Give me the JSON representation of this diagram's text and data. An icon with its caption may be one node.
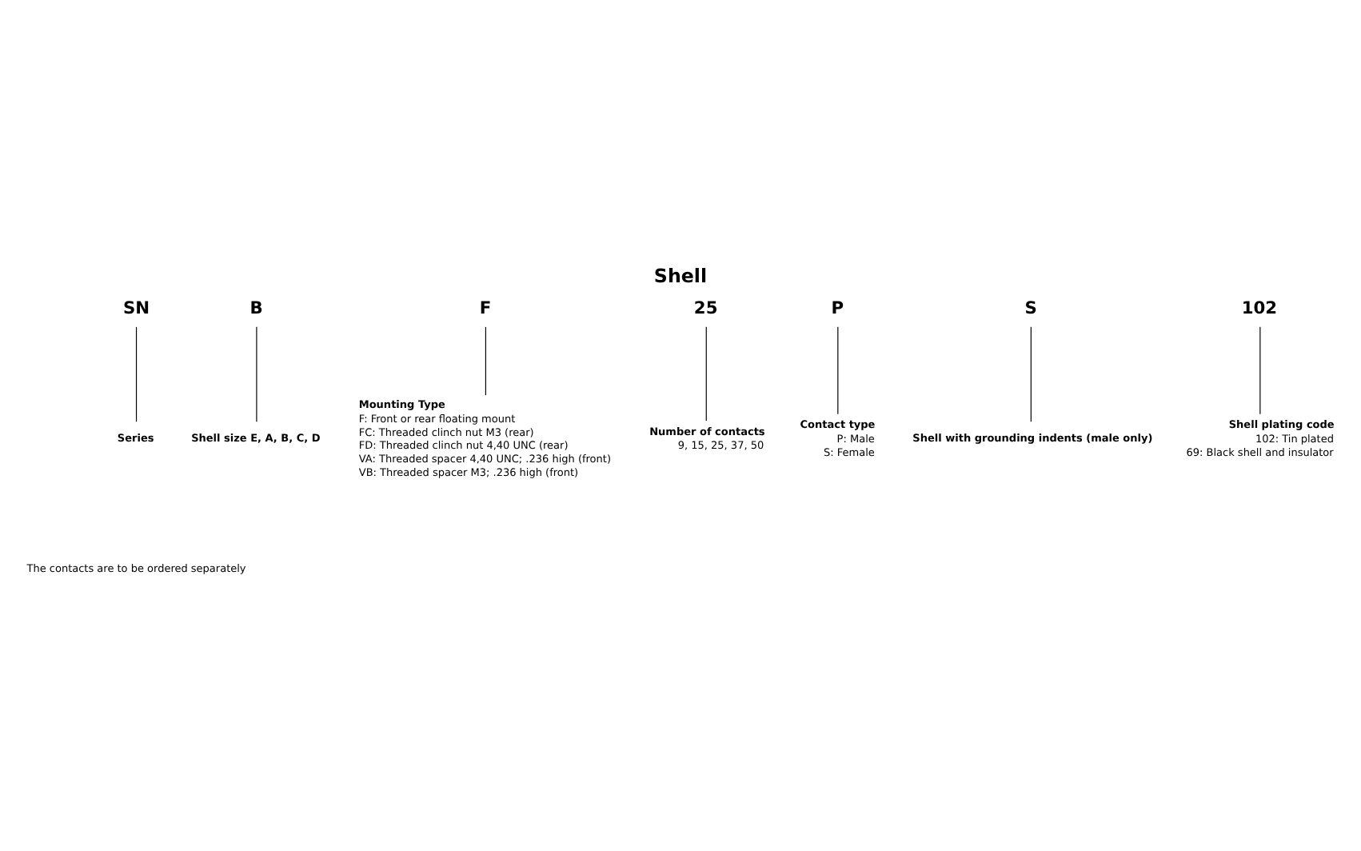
{
  "diagram": {
    "title": "Shell",
    "nodes": [
      {
        "text": [
          "SN"
        ]
      },
      {
        "text": [
          "B"
        ]
      },
      {
        "text": [
          "F"
        ]
      },
      {
        "text": [
          "25"
        ]
      },
      {
        "text": [
          "P"
        ]
      },
      {
        "text": [
          "S"
        ]
      },
      {
        "text": [
          "102"
        ]
      },
      {
        "text": [
          "Series"
        ]
      },
      {
        "text": [
          "Shell size E, A, B, C, D"
        ]
      },
      {
        "text": [
          "Mounting Type",
          "F: Front or rear floating mount",
          "FC: Threaded clinch nut M3 (rear)",
          "FD: Threaded clinch nut 4,40 UNC (rear)",
          "VA: Threaded spacer 4,40 UNC; .236 high (front)",
          "VB: Threaded spacer M3; .236 high (front)"
        ]
      },
      {
        "text": [
          "Shell plating code",
          "102: Tin plated",
          "69: Black shell and insulator"
        ]
      },
      {
        "text": [
          "Shell with grounding indents (male only)"
        ]
      },
      {
        "text": [
          "Contact type",
          "P: Male",
          "S: Female"
        ]
      },
      {
        "text": [
          "Number of contacts",
          "9, 15, 25, 37, 50"
        ]
      }
    ],
    "edges": [
      {
        "from": 7,
        "to": 0,
        "arrow": "none"
      },
      {
        "from": 8,
        "to": 1,
        "arrow": "none"
      },
      {
        "from": 9,
        "to": 2,
        "arrow": "none"
      },
      {
        "from": 10,
        "to": 6,
        "arrow": "none"
      },
      {
        "from": 11,
        "to": 5,
        "arrow": "none"
      },
      {
        "from": 12,
        "to": 4,
        "arrow": "none"
      },
      {
        "from": 13,
        "to": 3,
        "arrow": "none"
      }
    ],
    "labels": [
      "The contacts are to be ordered separately"
    ]
  }
}
